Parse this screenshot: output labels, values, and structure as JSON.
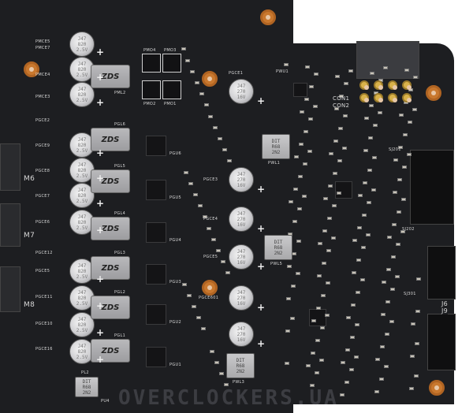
{
  "silkscreen": {
    "left_caps": [
      "PMCE5",
      "PMCE7",
      "PMCE4",
      "PMCE3",
      "PGCE2",
      "PGCE9",
      "PGCE8",
      "PGCE7",
      "PGCE6",
      "PGCE12",
      "PGCE5",
      "PGCE11",
      "PGCE10",
      "PGCE16"
    ],
    "chokes": [
      "PML2",
      "PGL6",
      "PGL5",
      "PGL4",
      "PGL3",
      "PGL2",
      "PGL1"
    ],
    "mosfets": [
      "PMO4",
      "PMO3",
      "PMO2",
      "PMO1"
    ],
    "drivers": [
      "PGU6",
      "PGU5",
      "PGU4",
      "PGU3",
      "PGU2",
      "PGU1"
    ],
    "right_caps": [
      "PGCE1",
      "PGCE3",
      "PGCE4",
      "PGCE5",
      "PGCE601"
    ],
    "inductors": [
      "PWL1",
      "PWL5",
      "PWL3",
      "PL2"
    ],
    "misc": [
      "PWU1",
      "CON1",
      "CON2",
      "SJ201",
      "SJ202",
      "SJ301",
      "J6",
      "J9",
      "M6",
      "M7",
      "M8",
      "PU4"
    ]
  },
  "cap_markings": {
    "left": [
      "J47",
      "820",
      "2.5V"
    ],
    "right": [
      "J47",
      "270",
      "16V"
    ]
  },
  "inductor_marking": [
    "DIT",
    "R68",
    "2N2"
  ],
  "choke_logo": "ZDS",
  "watermark": "OVERCLOCKERS.UA",
  "colors": {
    "pcb": "#1d1e21",
    "copper_ring": "#c9782e",
    "silk": "#d8d8d8"
  }
}
